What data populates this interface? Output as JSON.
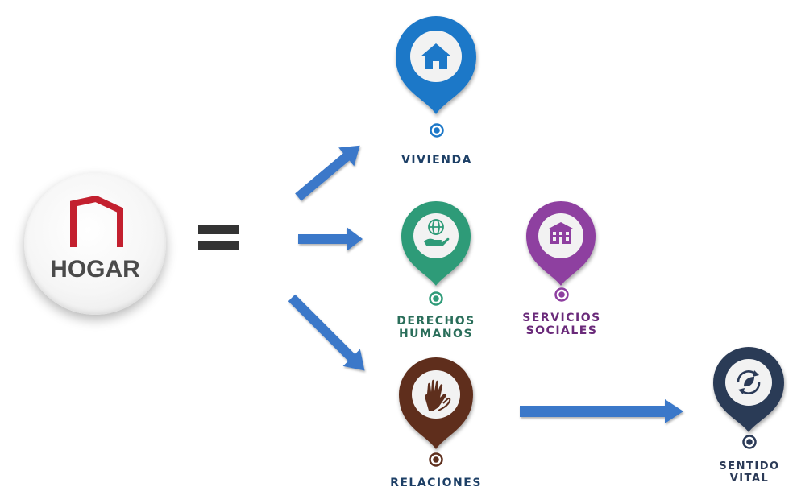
{
  "hogar": {
    "label": "HOGAR",
    "icon": "house-outline-icon",
    "icon_color": "#c3202f"
  },
  "nodes": [
    {
      "id": "vivienda",
      "label_lines": [
        "VIVIENDA"
      ],
      "color": "#1d78c8",
      "icon": "house-icon"
    },
    {
      "id": "derechos-humanos",
      "label_lines": [
        "DERECHOS",
        "HUMANOS"
      ],
      "color": "#2e9b78",
      "icon": "globe-hand-icon"
    },
    {
      "id": "servicios-sociales",
      "label_lines": [
        "SERVICIOS",
        "SOCIALES"
      ],
      "color": "#8e3fa0",
      "icon": "building-icon"
    },
    {
      "id": "relaciones",
      "label_lines": [
        "RELACIONES"
      ],
      "color": "#5e2f1d",
      "icon": "hands-icon"
    },
    {
      "id": "sentido-vital",
      "label_lines": [
        "SENTIDO",
        "VITAL"
      ],
      "color": "#2b3a57",
      "icon": "recycle-leaf-icon"
    }
  ],
  "colors": {
    "arrow": "#3a78c9",
    "equals": "#333333",
    "label_text": "#1d3f66"
  }
}
